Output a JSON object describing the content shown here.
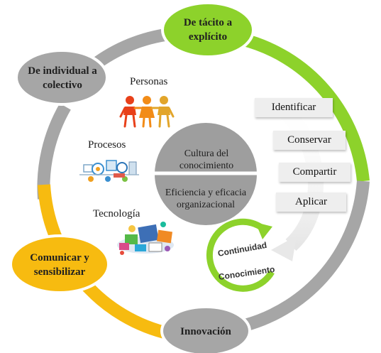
{
  "nodes": {
    "tacito": "De tácito a explícito",
    "individual": "De individual a colectivo",
    "comunicar": "Comunicar y sensibilizar",
    "innovacion": "Innovación"
  },
  "center": {
    "top": "Cultura del conocimiento",
    "bottom": "Eficiencia y eficacia organizacional"
  },
  "pillars": {
    "personas": "Personas",
    "procesos": "Procesos",
    "tecnologia": "Tecnología"
  },
  "steps": [
    "Identificar",
    "Conservar",
    "Compartir",
    "Aplicar"
  ],
  "cycle": {
    "line1": "Continuidad",
    "line2": "Conocimiento"
  },
  "colors": {
    "green": "#8dd22b",
    "gray": "#a6a6a6",
    "yellow": "#f7bb10",
    "center_gray": "#9e9e9e"
  }
}
